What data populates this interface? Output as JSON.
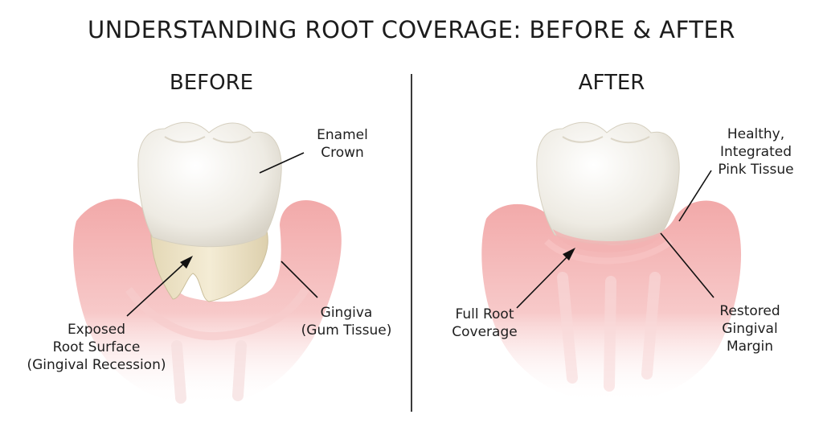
{
  "title": "UNDERSTANDING ROOT COVERAGE: BEFORE & AFTER",
  "panels": {
    "before": {
      "heading": "BEFORE",
      "labels": {
        "enamel": [
          "Enamel",
          "Crown"
        ],
        "gingiva": [
          "Gingiva",
          "(Gum Tissue)"
        ],
        "exposed": [
          "Exposed",
          "Root Surface",
          "(Gingival Recession)"
        ]
      }
    },
    "after": {
      "heading": "AFTER",
      "labels": {
        "healthy": [
          "Healthy,",
          "Integrated",
          "Pink Tissue"
        ],
        "coverage": [
          "Full Root",
          "Coverage"
        ],
        "margin": [
          "Restored",
          "Gingival",
          "Margin"
        ]
      }
    }
  },
  "colors": {
    "gum": "#f3b3b3",
    "gum_edge": "#e89a9a",
    "enamel": "#f7f5f0",
    "root": "#ece2c4",
    "line": "#111111"
  }
}
